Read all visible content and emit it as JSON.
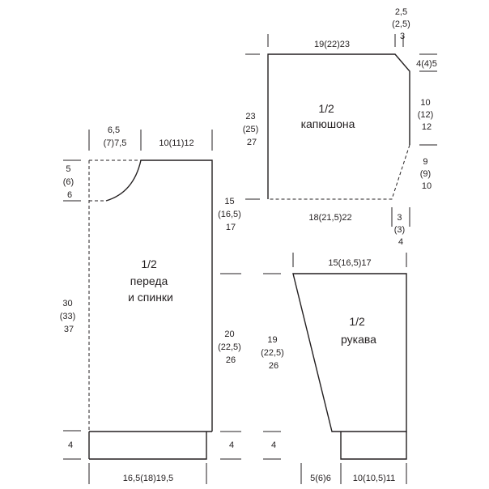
{
  "body_piece": {
    "title": [
      "1/2",
      "переда",
      "и спинки"
    ],
    "neck_width": [
      "6,5",
      "(7)7,5"
    ],
    "shoulder_width": "10(11)12",
    "neck_depth": [
      "5",
      "(6)",
      "6"
    ],
    "body_length": [
      "30",
      "(33)",
      "37"
    ],
    "armhole_depth": [
      "15",
      "(16,5)",
      "17"
    ],
    "side_length": [
      "20",
      "(22,5)",
      "26"
    ],
    "ribbing_left": "4",
    "ribbing_right": "4",
    "bottom_width": "16,5(18)19,5"
  },
  "hood_piece": {
    "title": [
      "1/2",
      "капюшона"
    ],
    "top_width": "19(22)23",
    "corner_width": [
      "2,5",
      "(2,5)",
      "3"
    ],
    "corner_drop": "4(4)5",
    "height": [
      "23",
      "(25)",
      "27"
    ],
    "right_upper": [
      "10",
      "(12)",
      "12"
    ],
    "right_lower": [
      "9",
      "(9)",
      "10"
    ],
    "bottom_width": "18(21,5)22",
    "bottom_slant": [
      "3",
      "(3)",
      "4"
    ]
  },
  "sleeve_piece": {
    "title": [
      "1/2",
      "рукава"
    ],
    "top_width": "15(16,5)17",
    "length": [
      "19",
      "(22,5)",
      "26"
    ],
    "cuff_height": "4",
    "cuff_offset": "5(6)6",
    "cuff_width": "10(10,5)11"
  }
}
